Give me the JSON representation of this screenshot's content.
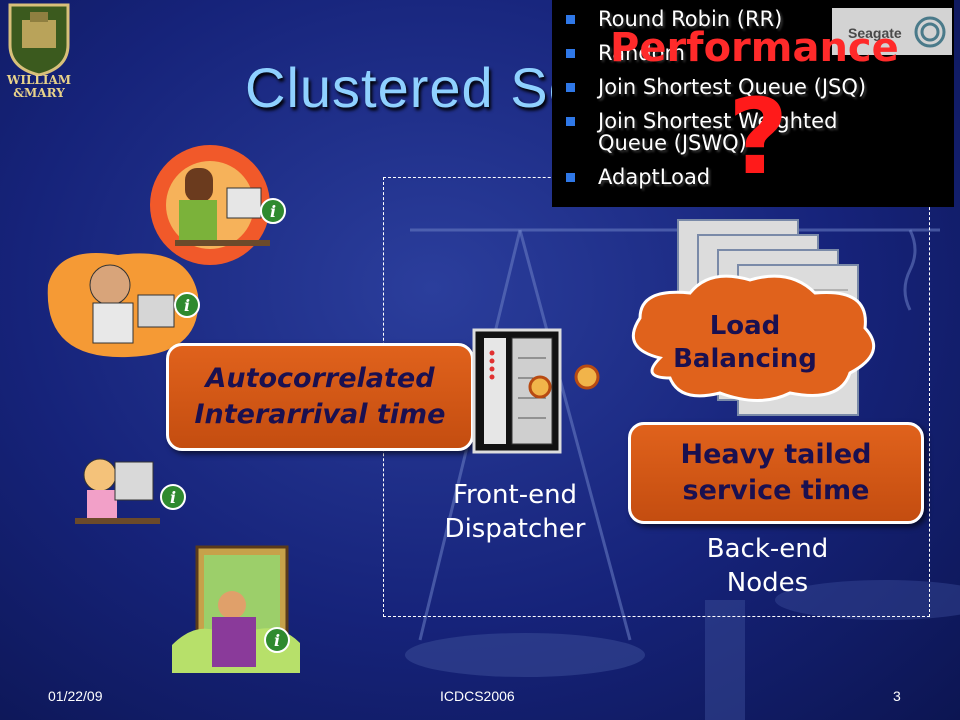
{
  "title": "Clustered Servers",
  "logo": {
    "line1": "WILLIAM",
    "line2": "&MARY"
  },
  "algorithms": [
    "Round Robin (RR)",
    "Random",
    "Join Shortest Queue (JSQ)",
    "Join Shortest Weighted Queue (JSWQ)",
    "AdaptLoad"
  ],
  "performance_label": "Performance",
  "question_mark": "?",
  "seagate_label": "Seagate",
  "autocorrelated": {
    "line1": "Autocorrelated",
    "line2": "Interarrival time"
  },
  "load_balancing": {
    "line1": "Load",
    "line2": "Balancing"
  },
  "heavy_tailed": {
    "line1": "Heavy tailed",
    "line2": "service time"
  },
  "front_end": {
    "line1": "Front-end",
    "line2": "Dispatcher"
  },
  "back_end": {
    "line1": "Back-end",
    "line2": "Nodes"
  },
  "footer": {
    "date": "01/22/09",
    "conference": "ICDCS2006",
    "page": "3"
  },
  "colors": {
    "title": "#8fd1ff",
    "background": "#16237a",
    "orange": "#d9571a",
    "performance": "#ff2a2a",
    "bullet": "#2f78e8"
  },
  "icons": [
    "william-mary-crest",
    "info-icon",
    "server-tower",
    "thought-bubble",
    "cloud",
    "scale"
  ]
}
